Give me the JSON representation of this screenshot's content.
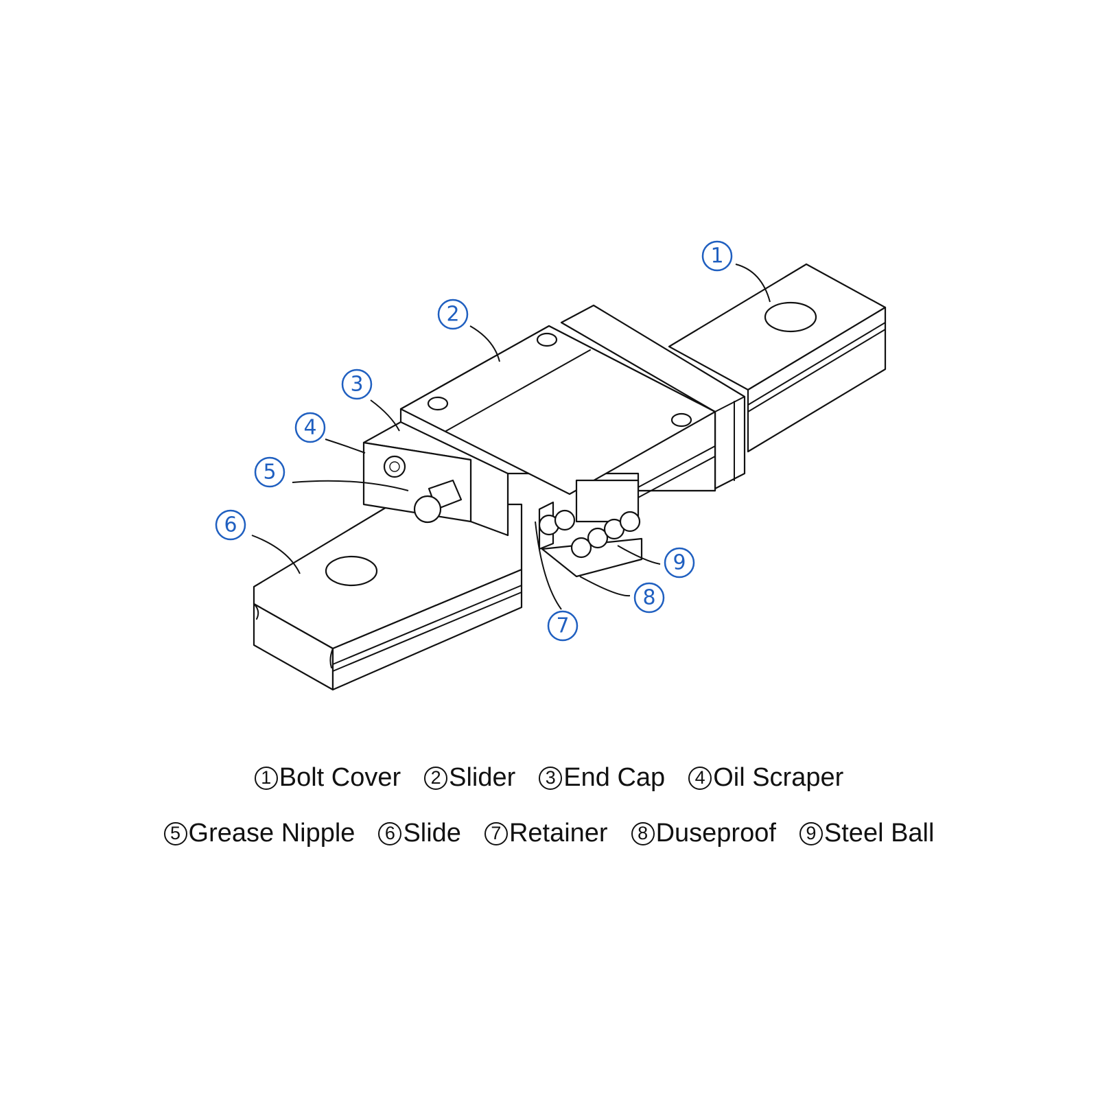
{
  "callouts": [
    "1",
    "2",
    "3",
    "4",
    "5",
    "6",
    "7",
    "8",
    "9"
  ],
  "legend": {
    "row1": [
      {
        "num": "1",
        "label": "Bolt Cover"
      },
      {
        "num": "2",
        "label": "Slider"
      },
      {
        "num": "3",
        "label": "End Cap"
      },
      {
        "num": "4",
        "label": "Oil Scraper"
      }
    ],
    "row2": [
      {
        "num": "5",
        "label": "Grease Nipple"
      },
      {
        "num": "6",
        "label": "Slide"
      },
      {
        "num": "7",
        "label": "Retainer"
      },
      {
        "num": "8",
        "label": "Duseproof"
      },
      {
        "num": "9",
        "label": "Steel Ball"
      }
    ]
  },
  "colors": {
    "callout": "#1f5fc0",
    "line": "#111111",
    "background": "#ffffff"
  }
}
